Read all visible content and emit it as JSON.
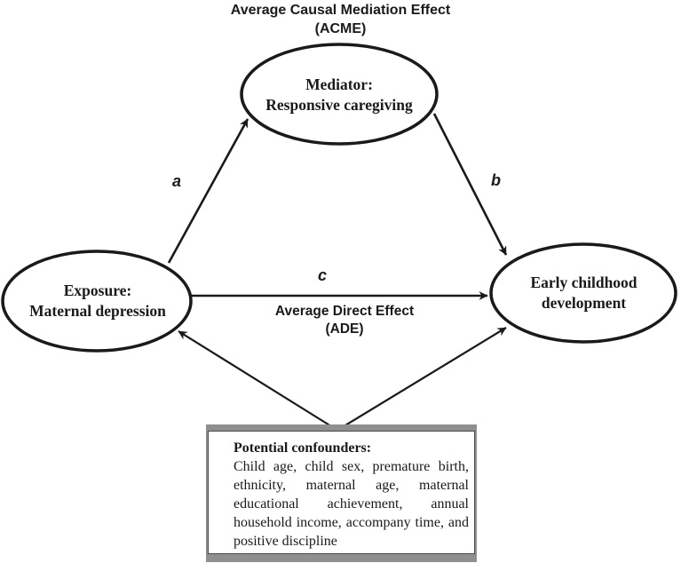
{
  "diagram": {
    "acme_label": {
      "line1": "Average Causal Mediation Effect",
      "line2": "(ACME)"
    },
    "ade_label": {
      "line1": "Average Direct Effect",
      "line2": "(ADE)"
    },
    "nodes": {
      "mediator": {
        "line1": "Mediator:",
        "line2": "Responsive caregiving"
      },
      "exposure": {
        "line1": "Exposure:",
        "line2": "Maternal depression"
      },
      "outcome": {
        "line1": "Early childhood",
        "line2": "development"
      }
    },
    "path_labels": {
      "a": "a",
      "b": "b",
      "c": "c"
    },
    "confounders": {
      "title": "Potential confounders:",
      "body": "Child age, child sex, premature birth, ethnicity, maternal age, maternal educational achievement, annual household income, accompany time, and positive discipline"
    },
    "colors": {
      "line": "#1a1a1a",
      "box_bar": "#8f8f8f",
      "text": "#1a1a1a"
    }
  }
}
